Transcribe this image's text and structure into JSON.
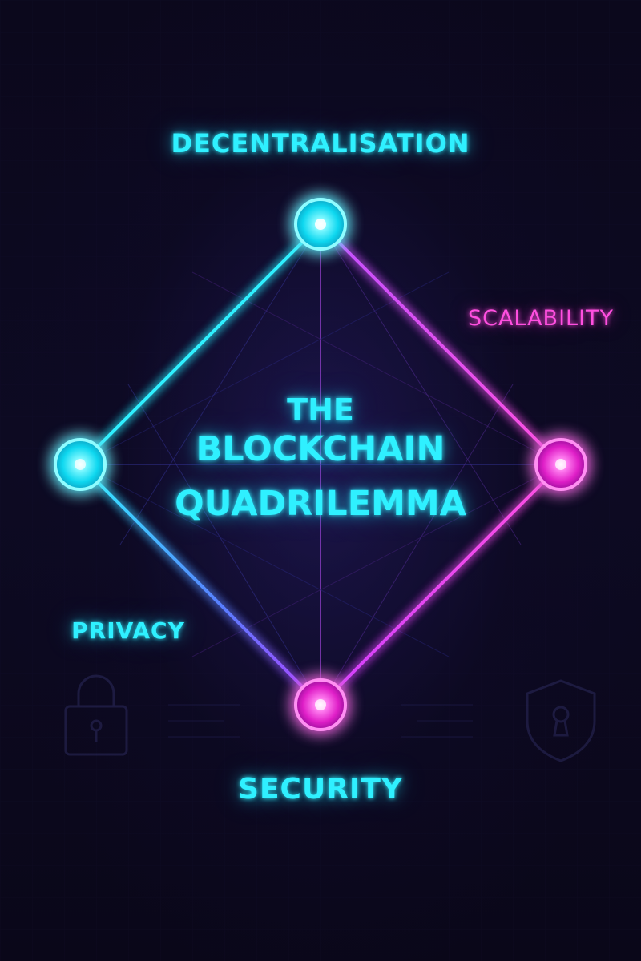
{
  "title": {
    "line1": "THE",
    "line2": "BLOCKCHAIN",
    "line3": "QUADRILEMMA"
  },
  "labels": {
    "top": "DECENTRALISATION",
    "right": "SCALABILITY",
    "left": "PRIVACY",
    "bottom": "SECURITY"
  },
  "icons": {
    "left_background": "lock-icon",
    "right_background": "shield-keyhole-icon"
  },
  "colors": {
    "background": "#0a0719",
    "cyan": "#2ff0ff",
    "magenta": "#ff4fe0",
    "purple": "#8a3cff"
  }
}
